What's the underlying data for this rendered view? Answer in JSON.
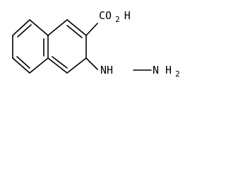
{
  "molecule": {
    "labels": {
      "carboxyl_main": "CO",
      "carboxyl_sub": "2",
      "carboxyl_h": "H",
      "nh": "NH",
      "n": "N",
      "h2_h": "H",
      "h2_sub": "2"
    },
    "colors": {
      "ink": "#000000",
      "background": "#ffffff"
    }
  }
}
